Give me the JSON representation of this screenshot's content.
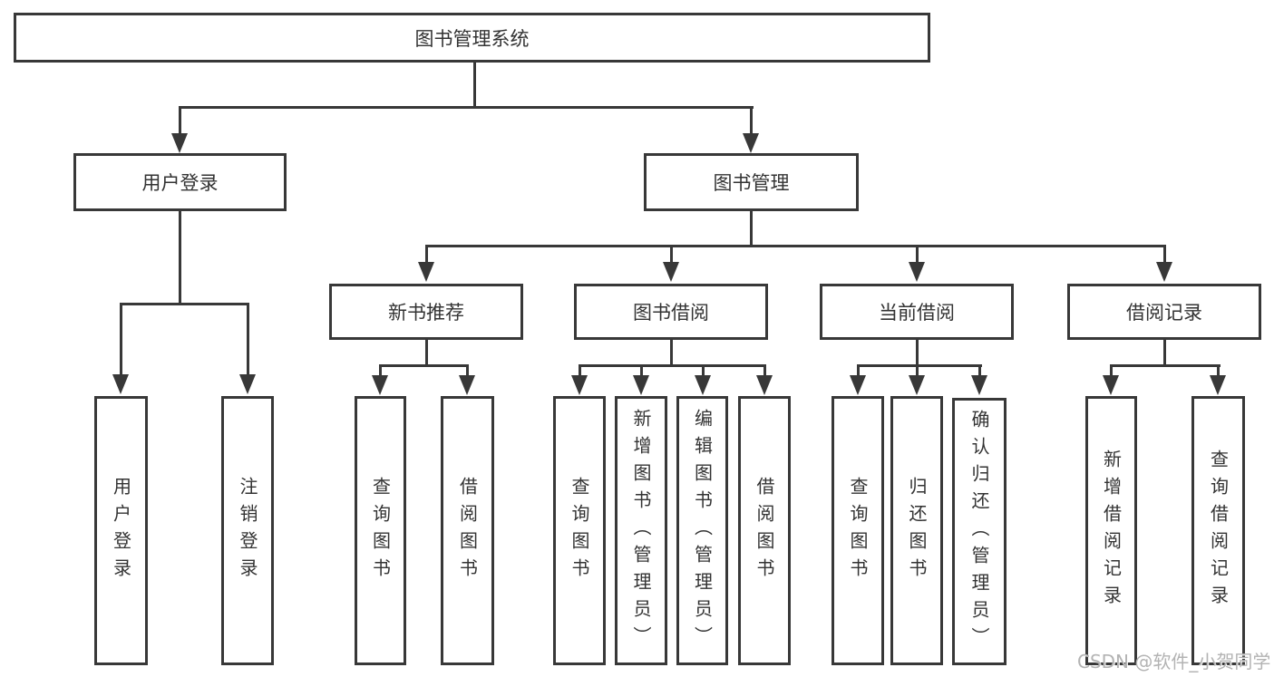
{
  "diagram_type": "tree",
  "colors": {
    "line": "#383838",
    "box_border": "#383838",
    "text": "#333333",
    "background": "#ffffff",
    "watermark": "#b3b3b3"
  },
  "watermark": {
    "text": "CSDN @软件_小贺同学"
  },
  "tree": {
    "label": "图书管理系统",
    "children": [
      {
        "label": "用户登录",
        "children": [
          {
            "label": "用户登录"
          },
          {
            "label": "注销登录"
          }
        ]
      },
      {
        "label": "图书管理",
        "children": [
          {
            "label": "新书推荐",
            "children": [
              {
                "label": "查询图书"
              },
              {
                "label": "借阅图书"
              }
            ]
          },
          {
            "label": "图书借阅",
            "children": [
              {
                "label": "查询图书"
              },
              {
                "label": "新增图书（管理员）"
              },
              {
                "label": "编辑图书（管理员）"
              },
              {
                "label": "借阅图书"
              }
            ]
          },
          {
            "label": "当前借阅",
            "children": [
              {
                "label": "查询图书"
              },
              {
                "label": "归还图书"
              },
              {
                "label": "确认归还（管理员）"
              }
            ]
          },
          {
            "label": "借阅记录",
            "children": [
              {
                "label": "新增借阅记录"
              },
              {
                "label": "查询借阅记录"
              }
            ]
          }
        ]
      }
    ]
  }
}
